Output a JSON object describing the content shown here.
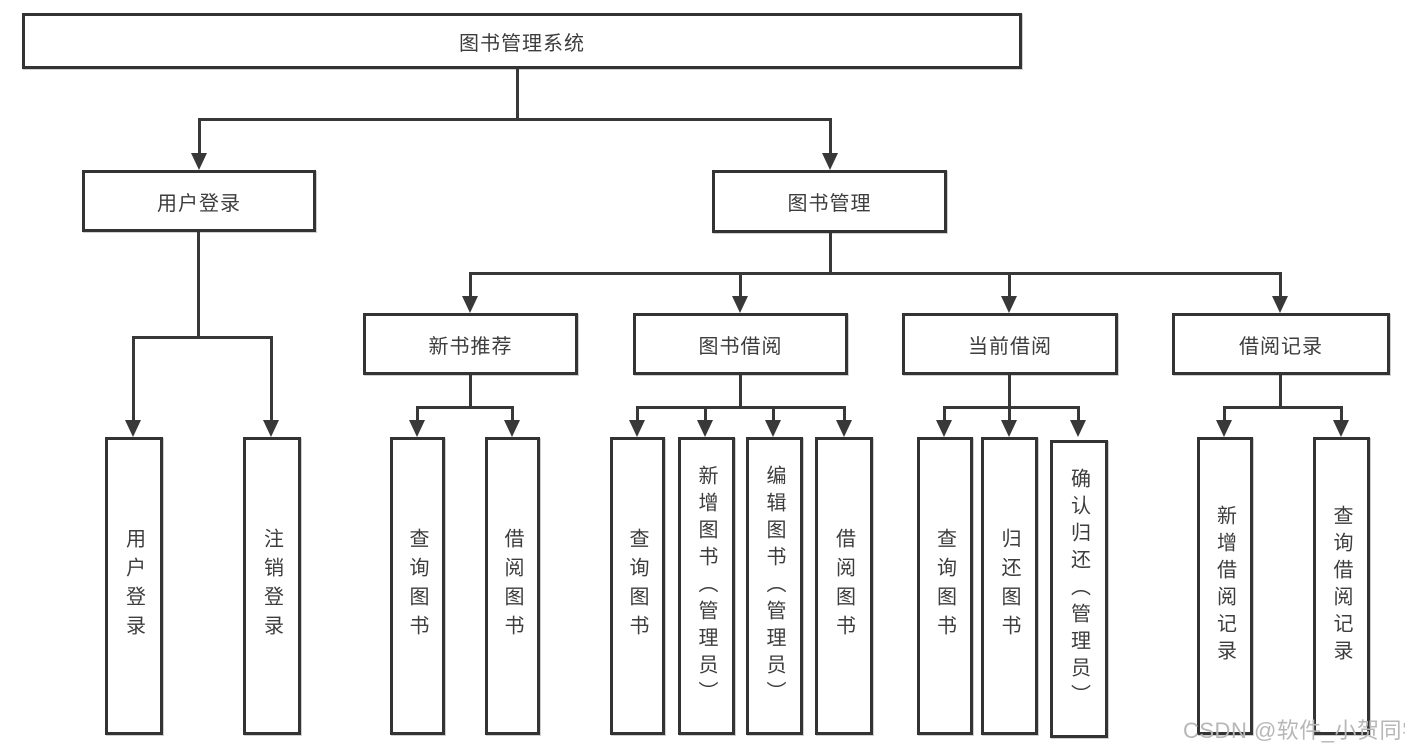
{
  "diagram": {
    "watermark": "CSDN @软件_小贺同学",
    "colors": {
      "line": "#383838",
      "box_border": "#333333",
      "text": "#3d3d3d",
      "watermark": "#b7b7b7",
      "background": "#ffffff"
    },
    "tree": {
      "label": "图书管理系统",
      "children": [
        {
          "label": "用户登录",
          "children": [
            {
              "label": "用户登录"
            },
            {
              "label": "注销登录"
            }
          ]
        },
        {
          "label": "图书管理",
          "children": [
            {
              "label": "新书推荐",
              "children": [
                {
                  "label": "查询图书"
                },
                {
                  "label": "借阅图书"
                }
              ]
            },
            {
              "label": "图书借阅",
              "children": [
                {
                  "label": "查询图书"
                },
                {
                  "label": "新增图书（管理员）"
                },
                {
                  "label": "编辑图书（管理员）"
                },
                {
                  "label": "借阅图书"
                }
              ]
            },
            {
              "label": "当前借阅",
              "children": [
                {
                  "label": "查询图书"
                },
                {
                  "label": "归还图书"
                },
                {
                  "label": "确认归还（管理员）"
                }
              ]
            },
            {
              "label": "借阅记录",
              "children": [
                {
                  "label": "新增借阅记录"
                },
                {
                  "label": "查询借阅记录"
                }
              ]
            }
          ]
        }
      ]
    }
  }
}
